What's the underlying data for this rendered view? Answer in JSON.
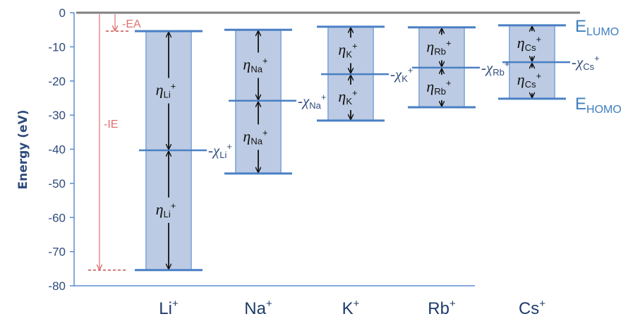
{
  "chart_data": {
    "type": "energy-level-diagram",
    "title": "",
    "xlabel": "",
    "ylabel": "Energy (eV)",
    "ylim": [
      -80,
      0
    ],
    "yticks": [
      0,
      -10,
      -20,
      -30,
      -40,
      -50,
      -60,
      -70,
      -80
    ],
    "ytick_labels": [
      "0",
      "-10",
      "-20",
      "-30",
      "-40",
      "-50",
      "-60",
      "-70",
      "-80"
    ],
    "grid": false,
    "categories": [
      "Li⁺",
      "Na⁺",
      "K⁺",
      "Rb⁺",
      "Cs⁺"
    ],
    "category_base": [
      "Li",
      "Na",
      "K",
      "Rb",
      "Cs"
    ],
    "series": [
      {
        "name": "E_LUMO",
        "values": [
          -5.4,
          -5.0,
          -4.1,
          -4.3,
          -3.7
        ]
      },
      {
        "name": "-χ",
        "values": [
          -40.3,
          -25.8,
          -18.0,
          -16.1,
          -14.5
        ]
      },
      {
        "name": "E_HOMO",
        "values": [
          -75.4,
          -47.1,
          -31.6,
          -27.7,
          -25.2
        ]
      }
    ],
    "annotations": {
      "eta_symbol": "η",
      "chi_prefix": "-χ",
      "superscript": "+",
      "ea_label": "-EA",
      "ie_label": "-IE",
      "ea_applies_to": "Li⁺",
      "ie_applies_to": "Li⁺"
    },
    "legend": {
      "lumo": {
        "main": "E",
        "sub": "LUMO"
      },
      "homo": {
        "main": "E",
        "sub": "HOMO"
      },
      "placement": "right"
    },
    "colors": {
      "axis": "#5b8bd0",
      "level_line": "#4a7fc4",
      "box_fill": "#bccbe3",
      "box_edge": "#8fb0dd",
      "zero_line": "#7f7f7f",
      "annotation_red": "#e07070",
      "text": "#2f4b7c"
    }
  }
}
